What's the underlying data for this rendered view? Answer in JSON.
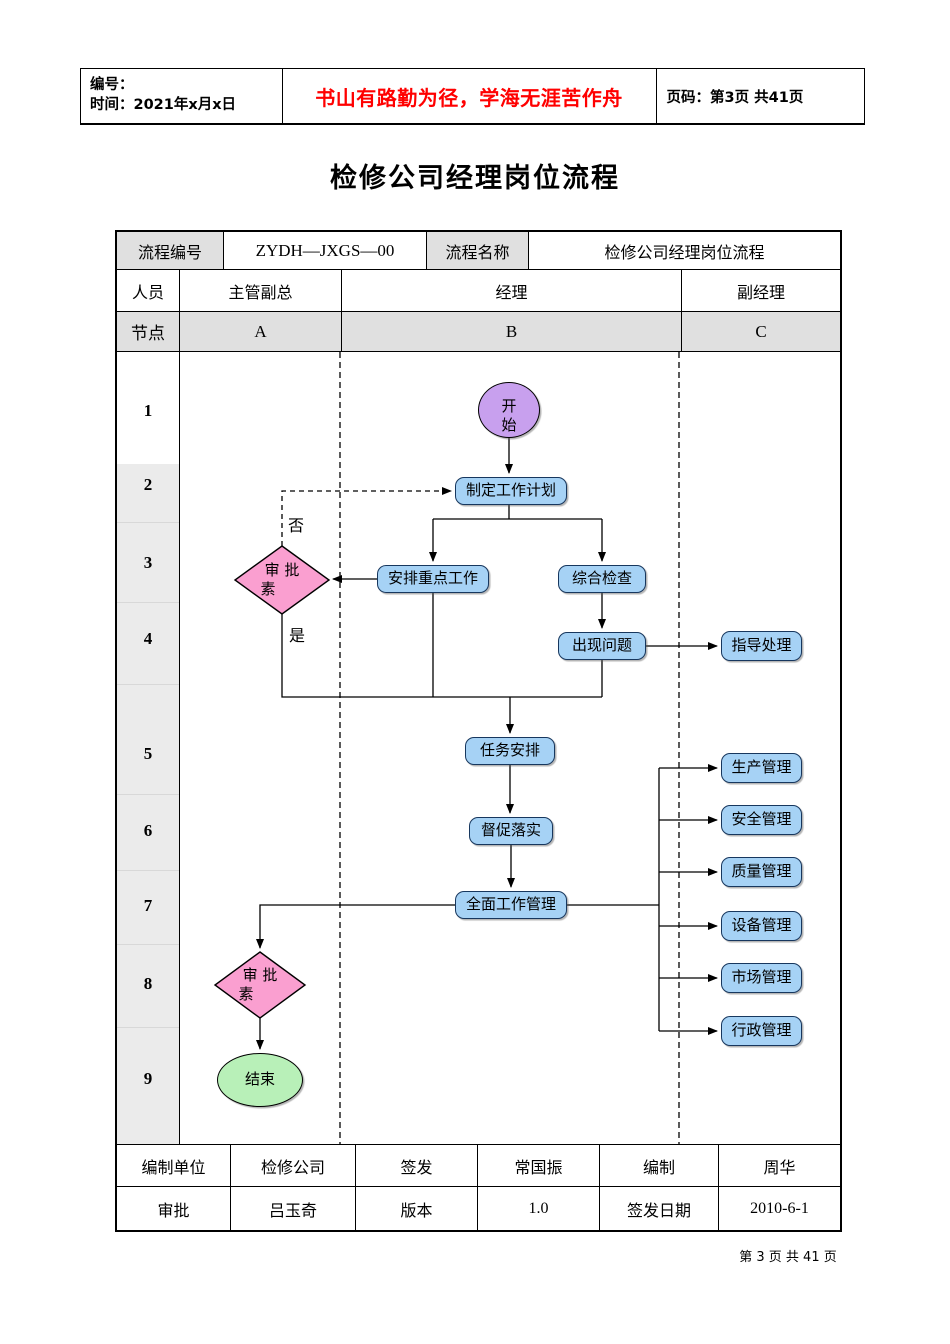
{
  "header": {
    "number_label": "编号：",
    "time_label": "时间：2021年x月x日",
    "motto": "书山有路勤为径，学海无涯苦作舟",
    "page_info": "页码：第3页 共41页"
  },
  "title": "检修公司经理岗位流程",
  "info_table": {
    "process_no_label": "流程编号",
    "process_no_value": "ZYDH—JXGS—00",
    "process_name_label": "流程名称",
    "process_name_value": "检修公司经理岗位流程",
    "personnel_label": "人员",
    "personnel": [
      "主管副总",
      "经理",
      "副经理"
    ],
    "node_label": "节点",
    "node_columns": [
      "A",
      "B",
      "C"
    ]
  },
  "flowchart": {
    "row_numbers": [
      "1",
      "2",
      "3",
      "4",
      "5",
      "6",
      "7",
      "8",
      "9"
    ],
    "nodes": {
      "start": "开始",
      "plan": "制定工作计划",
      "arrange_key_work": "安排重点工作",
      "comprehensive_check": "综合检查",
      "problem_found": "出现问题",
      "guidance": "指导处理",
      "approval1": {
        "line1": "审 批",
        "line2": "素"
      },
      "task_assign": "任务安排",
      "supervise": "督促落实",
      "overall_mgmt": "全面工作管理",
      "managements": [
        "生产管理",
        "安全管理",
        "质量管理",
        "设备管理",
        "市场管理",
        "行政管理"
      ],
      "approval2": {
        "line1": "审 批",
        "line2": "素"
      },
      "end": "结束"
    },
    "edge_labels": {
      "no": "否",
      "yes": "是"
    }
  },
  "signoff_table": {
    "row1": [
      "编制单位",
      "检修公司",
      "签发",
      "常国振",
      "编制",
      "周华"
    ],
    "row2": [
      "审批",
      "吕玉奇",
      "版本",
      "1.0",
      "签发日期",
      "2010-6-1"
    ]
  },
  "page_footer": "第 3 页 共 41 页",
  "colors": {
    "accent_blue_fill": "#A6D2F5",
    "accent_blue_border": "#17375E",
    "start_purple": "#C8A0EE",
    "decision_pink": "#FA9FD0",
    "end_green": "#B8F0B8",
    "header_gray": "#E0E0E0",
    "motto_red": "#FF0000"
  }
}
